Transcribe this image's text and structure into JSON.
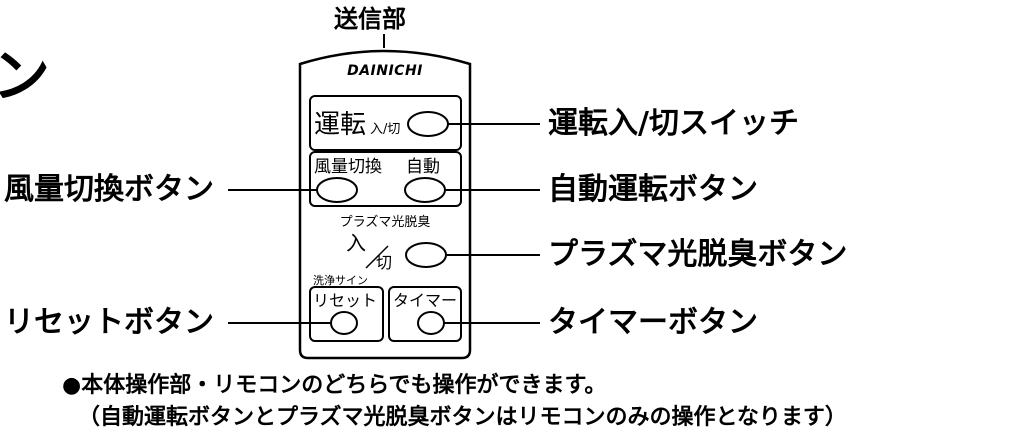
{
  "title_fragment": "ン",
  "transmitter_label": "送信部",
  "remote": {
    "brand": "DAINICHI",
    "power_group_text": "運転",
    "power_on_off_text": "入/切",
    "air_group_left": "風量切換",
    "air_group_right": "自動",
    "plasma_group_label": "プラズマ光脱臭",
    "plasma_on": "入",
    "plasma_off": "切",
    "wash_sign_label": "洗浄サイン",
    "reset_group_text": "リセット",
    "timer_group_text": "タイマー"
  },
  "callouts": {
    "power_switch": "運転入/切スイッチ",
    "airflow_button": "風量切換ボタン",
    "auto_button": "自動運転ボタン",
    "plasma_button": "プラズマ光脱臭ボタン",
    "reset_button": "リセットボタン",
    "timer_button": "タイマーボタン"
  },
  "notes": {
    "line1": "●本体操作部・リモコンのどちらでも操作ができます。",
    "line2": "（自動運転ボタンとプラズマ光脱臭ボタンはリモコンのみの操作となります）"
  }
}
